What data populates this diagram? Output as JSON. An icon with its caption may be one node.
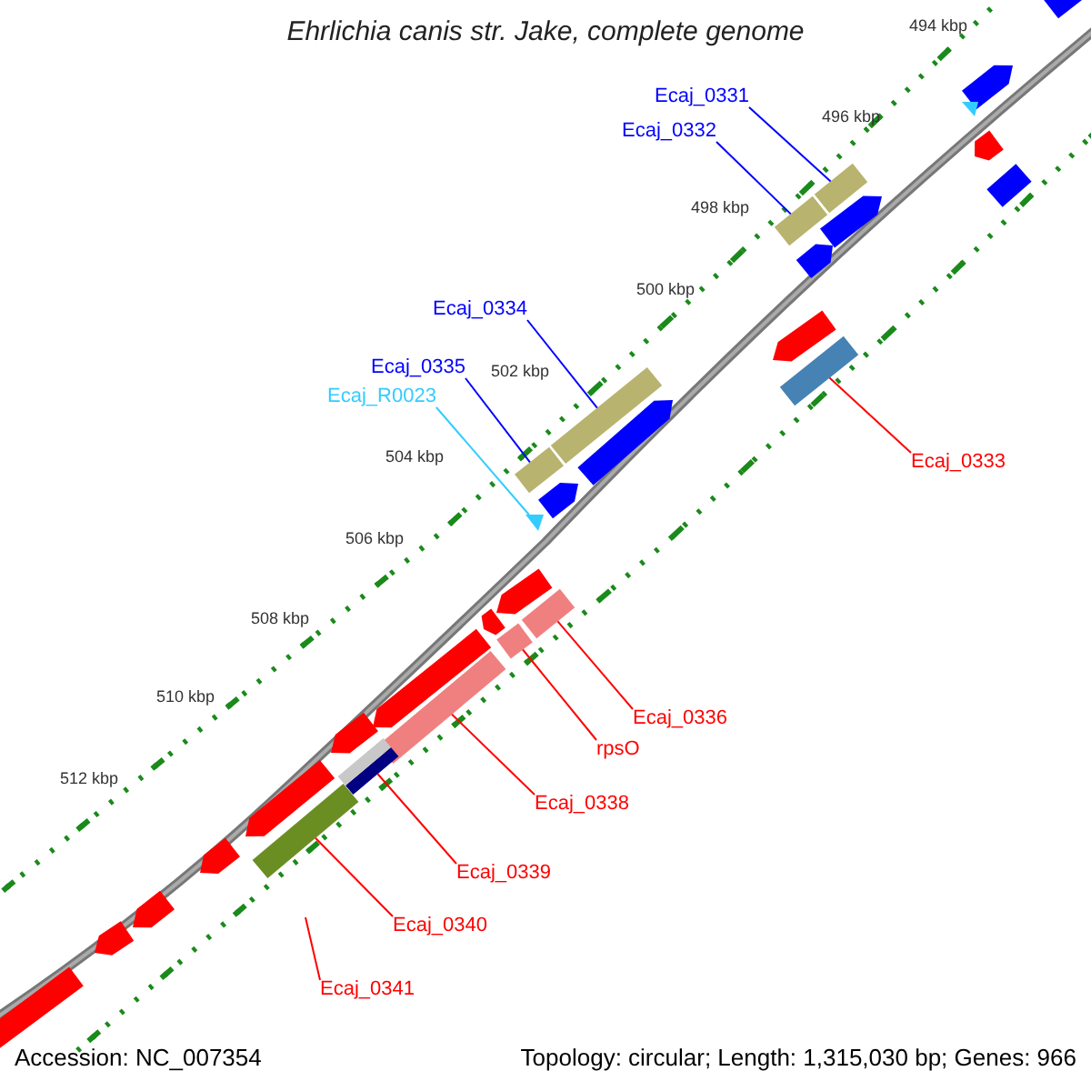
{
  "diagram": {
    "title": "Ehrlichia canis str. Jake, complete genome",
    "nodes": [
      {
        "text": [
          "Ecaj_0331"
        ]
      },
      {
        "text": [],
        "shape": "bar"
      },
      {
        "text": [
          "Ecaj_0332"
        ]
      },
      {
        "text": [],
        "shape": "bar"
      },
      {
        "text": [
          "Ecaj_0334"
        ]
      },
      {
        "text": [],
        "shape": "bar"
      },
      {
        "text": [
          "Ecaj_0335"
        ]
      },
      {
        "text": [],
        "shape": "bar"
      },
      {
        "text": [
          "Ecaj_R0023"
        ]
      },
      {
        "text": [],
        "shape": "triangle"
      },
      {
        "text": [
          "Ecaj_0333"
        ]
      },
      {
        "text": [],
        "shape": "bar"
      },
      {
        "text": [
          "Ecaj_0336"
        ]
      },
      {
        "text": [],
        "shape": "bar"
      },
      {
        "text": [
          "rpsO"
        ]
      },
      {
        "text": [],
        "shape": "bar"
      },
      {
        "text": [
          "Ecaj_0338"
        ]
      },
      {
        "text": [],
        "shape": "bar"
      },
      {
        "text": [
          "Ecaj_0339"
        ]
      },
      {
        "text": [],
        "shape": "bar"
      },
      {
        "text": [
          "Ecaj_0340"
        ]
      },
      {
        "text": [],
        "shape": "bar"
      },
      {
        "text": [
          "Ecaj_0341"
        ]
      }
    ],
    "edges": [
      {
        "from": 0,
        "to": 1,
        "arrow": "none",
        "color": "#0000ff"
      },
      {
        "from": 2,
        "to": 3,
        "arrow": "none",
        "color": "#0000ff"
      },
      {
        "from": 4,
        "to": 5,
        "arrow": "none",
        "color": "#0000ff"
      },
      {
        "from": 6,
        "to": 7,
        "arrow": "none",
        "color": "#0000ff"
      },
      {
        "from": 8,
        "to": 9,
        "arrow": "none",
        "color": "#33ccff"
      },
      {
        "from": 10,
        "to": 11,
        "arrow": "none"
      },
      {
        "from": 12,
        "to": 13,
        "arrow": "none"
      },
      {
        "from": 14,
        "to": 15,
        "arrow": "none"
      },
      {
        "from": 16,
        "to": 17,
        "arrow": "none"
      },
      {
        "from": 18,
        "to": 19,
        "arrow": "none"
      },
      {
        "from": 20,
        "to": 21,
        "arrow": "none"
      },
      {
        "from": 22,
        "to": null,
        "arrow": "none"
      }
    ],
    "labels": [
      "494 kbp",
      "496 kbp",
      "498 kbp",
      "500 kbp",
      "502 kbp",
      "504 kbp",
      "506 kbp",
      "508 kbp",
      "510 kbp",
      "512 kbp",
      "Accession: NC_007354",
      "Topology: circular; Length: 1,315,030 bp; Genes: 966"
    ]
  }
}
